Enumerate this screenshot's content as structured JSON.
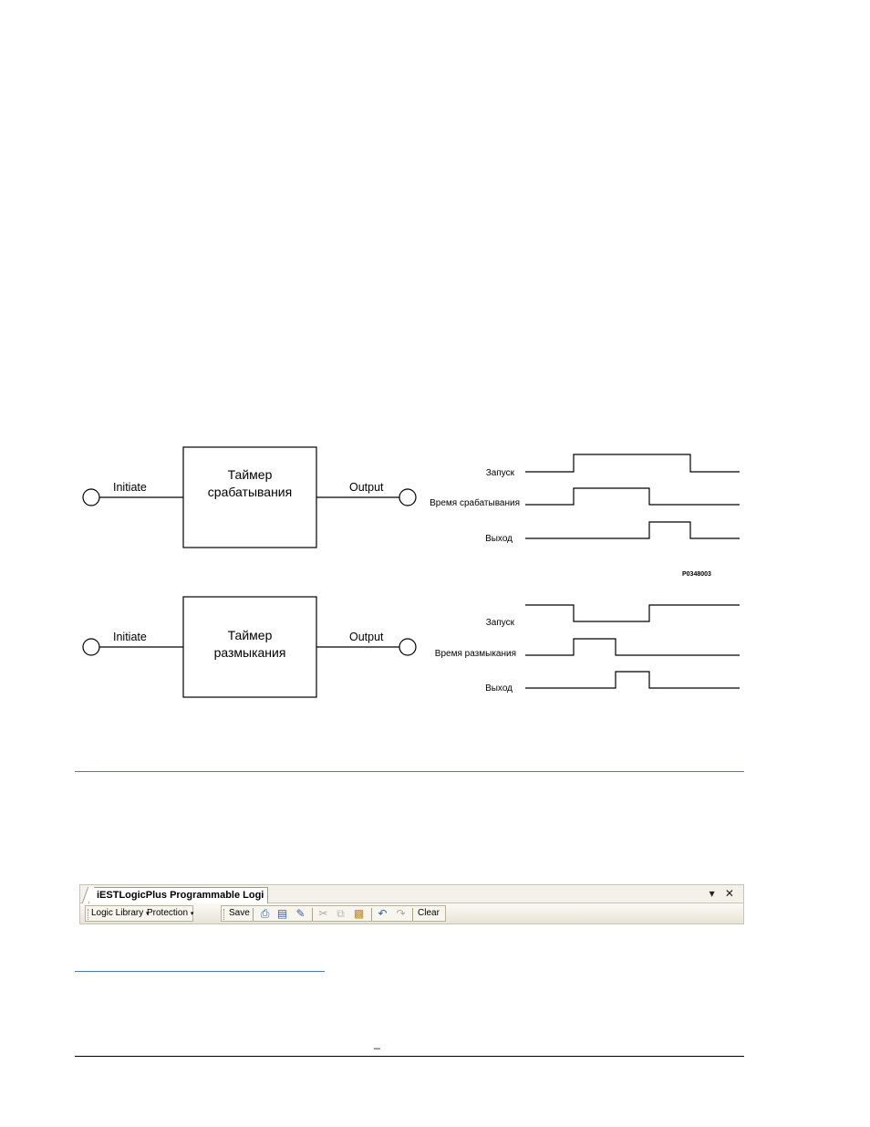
{
  "timer_diagrams": [
    {
      "input_label": "Initiate",
      "block_line1": "Таймер",
      "block_line2": "срабатывания",
      "output_label": "Output",
      "signals": [
        "Запуск",
        "Время срабатывания",
        "Выход"
      ],
      "code": "P0348003"
    },
    {
      "input_label": "Initiate",
      "block_line1": "Таймер",
      "block_line2": "размыкания",
      "output_label": "Output",
      "signals": [
        "Запуск",
        "Время размыкания",
        "Выход"
      ]
    }
  ],
  "toolbar": {
    "tab_title": "iESTLogicPlus Programmable Logi",
    "window_controls": "▾ ✕",
    "logic_library": "Logic Library",
    "protection": "Protection",
    "save": "Save",
    "clear": "Clear",
    "icons": [
      "print-icon",
      "print-preview-icon",
      "export-icon",
      "cut-icon",
      "copy-icon",
      "paste-icon",
      "undo-icon",
      "redo-icon"
    ]
  },
  "footer": {
    "page_mark": "_"
  }
}
